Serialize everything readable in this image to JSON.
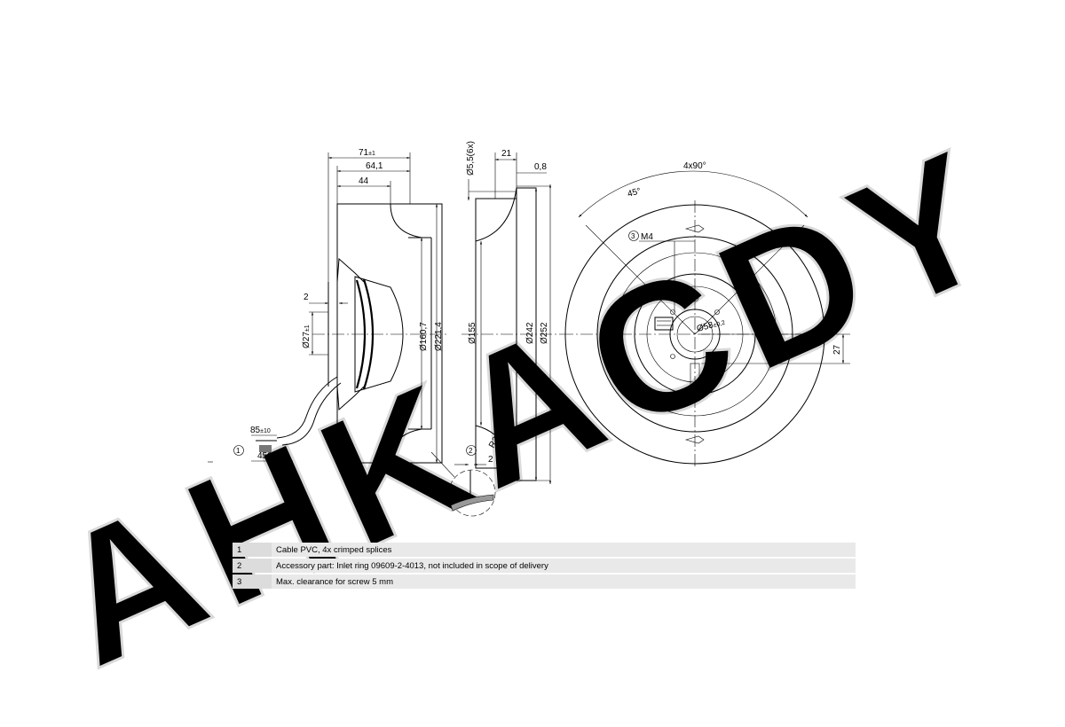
{
  "watermark": "AHKACDY",
  "front_view": {
    "dims": {
      "overall_length": "71",
      "overall_length_tol": "±1",
      "length_64": "64,1",
      "length_44": "44",
      "hub_offset": "2",
      "hub_diameter": "Ø27",
      "hub_diameter_tol": "±1",
      "diameter_160": "Ø160,7",
      "diameter_221": "Ø221,4",
      "cable_short": "85",
      "cable_short_tol": "±10",
      "cable_long": "450",
      "cable_long_tol": "±20",
      "callout": "1"
    }
  },
  "ring_view": {
    "dims": {
      "bolt_holes": "Ø5,5(6x)",
      "depth_21": "21",
      "offset_08": "0,8",
      "diameter_155": "Ø155",
      "diameter_242": "Ø242",
      "diameter_252": "Ø252",
      "radius": "R21",
      "gap": "2",
      "callout": "2"
    }
  },
  "plan_view": {
    "dims": {
      "angle_pattern": "4x90°",
      "angle_45": "45°",
      "thread": "M4",
      "thread_callout": "3",
      "hub_diameter": "Ø58",
      "hub_diameter_tol": "±0,2",
      "offset_27": "27"
    }
  },
  "legend": [
    {
      "num": "1",
      "text": "Cable PVC, 4x crimped splices"
    },
    {
      "num": "2",
      "text": "Accessory part: Inlet ring 09609-2-4013, not included in scope of delivery"
    },
    {
      "num": "3",
      "text": "Max. clearance for screw 5 mm"
    }
  ]
}
